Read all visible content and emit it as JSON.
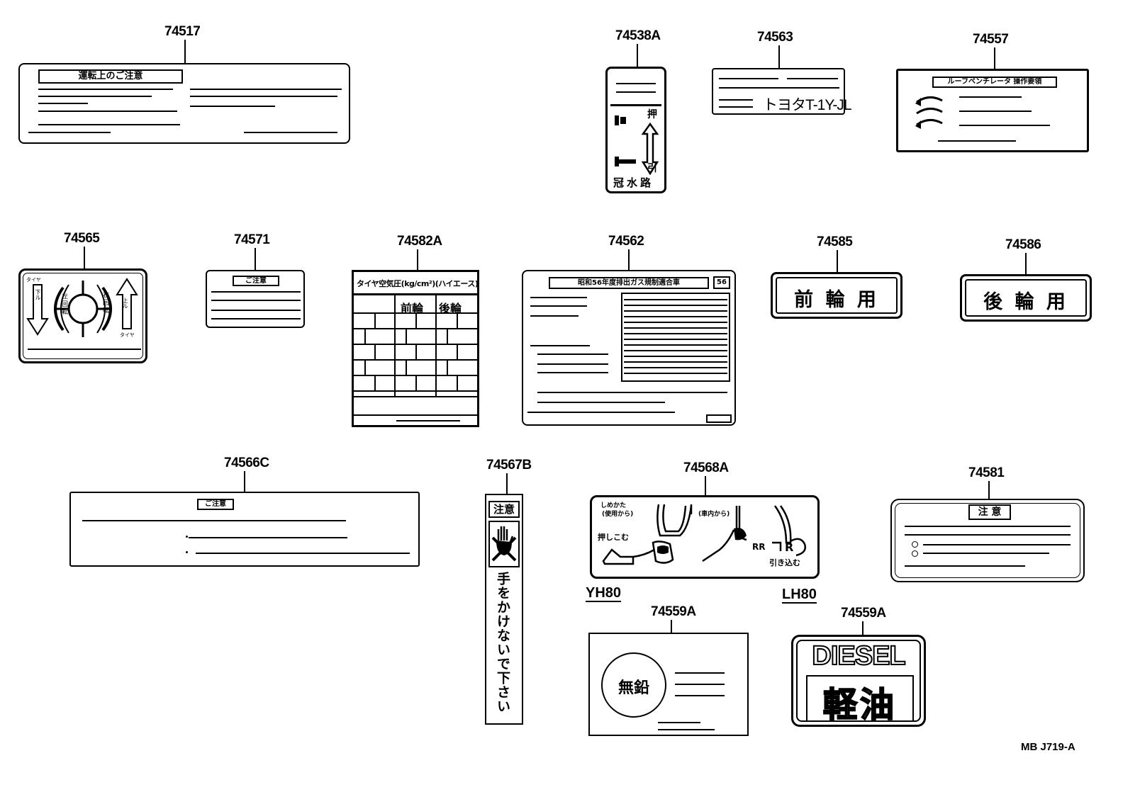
{
  "parts": {
    "p74517": "74517",
    "p74538a": "74538A",
    "p74563": "74563",
    "p74557": "74557",
    "p74565": "74565",
    "p74571": "74571",
    "p74582a": "74582A",
    "p74562": "74562",
    "p74585": "74585",
    "p74586": "74586",
    "p74566c": "74566C",
    "p74567b": "74567B",
    "p74568a": "74568A",
    "p74581": "74581",
    "p74559a_1": "74559A",
    "p74559a_2": "74559A"
  },
  "labels": {
    "l74517_header": "運転上のご注意",
    "l74538a_push": "押",
    "l74538a_pull": "引",
    "l74538a_bottom": "冠水路",
    "l74563_text": "トヨタT-1Y-JL",
    "l74557_header": "ルーフベンチレータ 操作要領",
    "l74565_left_top": "タイヤ",
    "l74565_left_arrow": "下ル",
    "l74565_left_turn": "左回転",
    "l74565_right_turn": "右回転",
    "l74565_right_arrow": "上ル",
    "l74565_right_bottom": "タイヤ",
    "l74571_header": "ご注意",
    "l74582a_header": "タイヤ空気圧(kg/cm²)(ハイエース)",
    "l74582a_front": "前輪",
    "l74582a_rear": "後輪",
    "l74562_header": "昭和56年度排出ガス規制適合車",
    "l74562_badge": "56",
    "l74585_text": "前 輪 用",
    "l74586_text": "後 輪 用",
    "l74566c_header": "ご注意",
    "l74567b_header": "注意",
    "l74567b_text": "手をかけないで下さい",
    "l74568a_howto": "しめかた",
    "l74568a_outside": "(使用から)",
    "l74568a_inside": "(車内から)",
    "l74568a_push": "押しこむ",
    "l74568a_pull": "引き込む",
    "l74581_header": "注 意",
    "l74559a_1_circle": "無鉛",
    "l74559a_2_top": "DIESEL",
    "l74559a_2_bottom": "軽油"
  },
  "models": {
    "yh80": "YH80",
    "lh80": "LH80"
  },
  "footer": "MB J719-A"
}
